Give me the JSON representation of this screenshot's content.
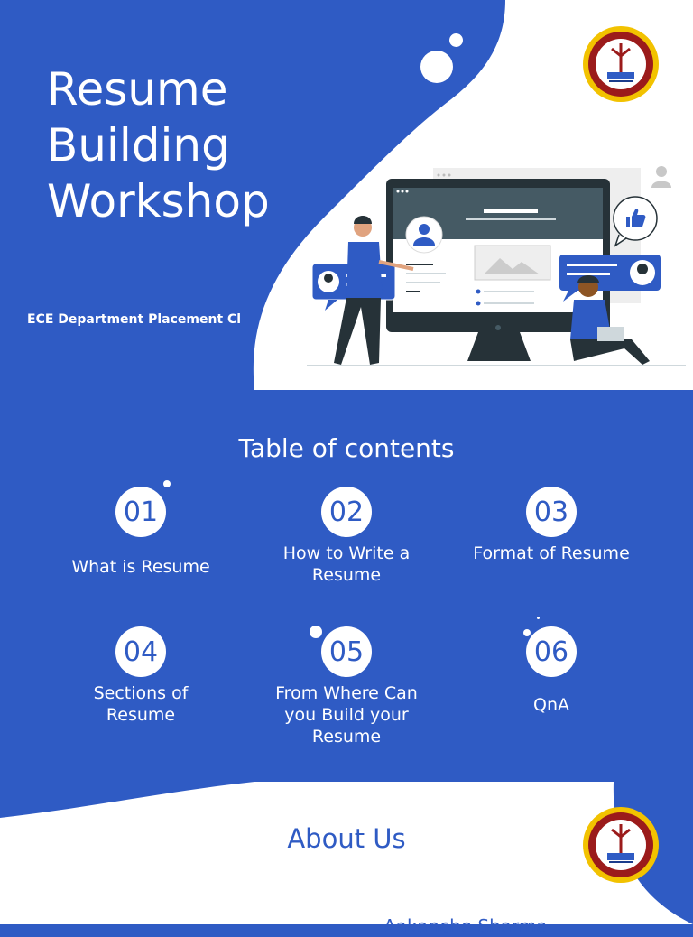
{
  "slide1": {
    "title_lines": [
      "Resume",
      "Building",
      "Workshop"
    ],
    "subtitle": "ECE Department Placement Cl"
  },
  "toc": {
    "title": "Table of contents",
    "items": [
      {
        "num": "01",
        "label": "What is Resume"
      },
      {
        "num": "02",
        "label": "How to Write a Resume"
      },
      {
        "num": "03",
        "label": "Format of Resume"
      },
      {
        "num": "04",
        "label": "Sections of Resume"
      },
      {
        "num": "05",
        "label": "From Where Can you Build your Resume"
      },
      {
        "num": "06",
        "label": "QnA"
      }
    ]
  },
  "about": {
    "title": "About Us",
    "name_partial": "Aakanche Sharma"
  },
  "colors": {
    "primary_blue": "#2f5bc4",
    "white": "#ffffff",
    "logo_gold": "#f2c200",
    "logo_maroon": "#9b1b1b"
  },
  "icons": [
    "institute-logo",
    "user-icon",
    "thumbs-up-icon",
    "image-placeholder-icon"
  ]
}
